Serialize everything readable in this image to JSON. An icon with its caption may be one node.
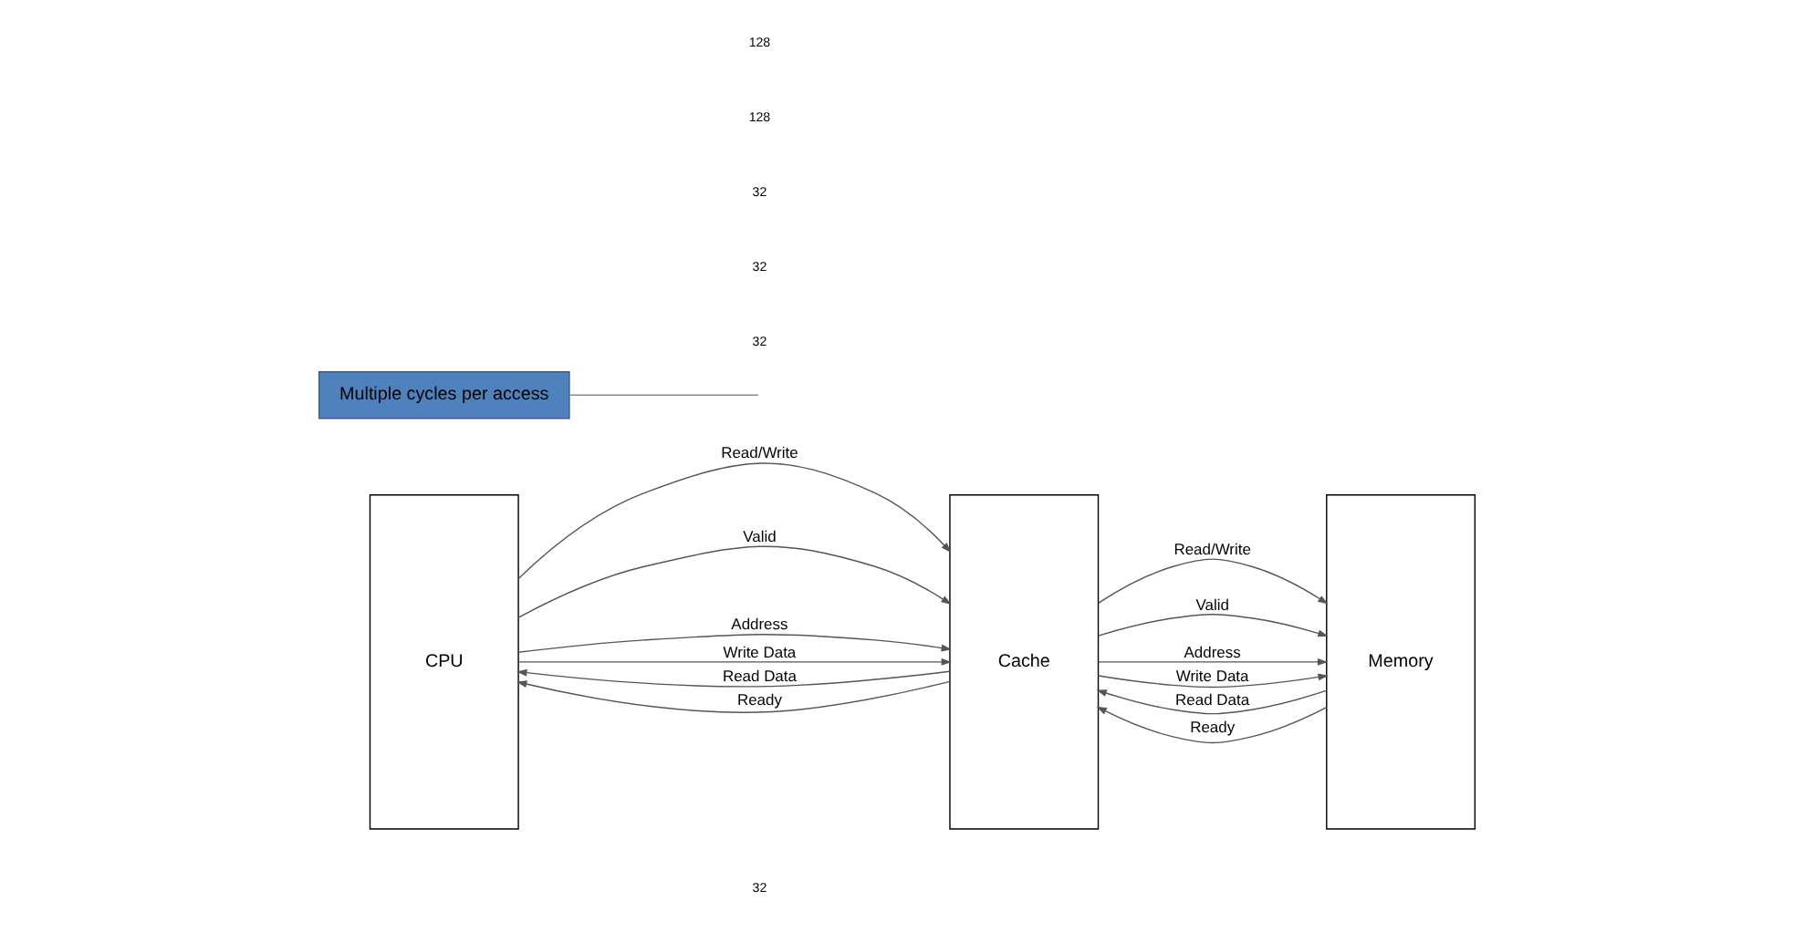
{
  "diagram": {
    "nodes": [
      {
        "text": [
          "CPU"
        ]
      },
      {
        "text": [
          "Cache"
        ]
      },
      {
        "text": [
          "Memory"
        ]
      },
      {
        "text": [
          "Multiple cycles per access"
        ]
      }
    ],
    "edges": [
      {
        "from": 0,
        "to": 1,
        "arrow": "to",
        "label": "Read/Write"
      },
      {
        "from": 0,
        "to": 1,
        "arrow": "to",
        "label": "Valid"
      },
      {
        "from": 0,
        "to": 1,
        "arrow": "to",
        "label": "Address"
      },
      {
        "from": 0,
        "to": 1,
        "arrow": "to",
        "label": "Write Data"
      },
      {
        "from": 1,
        "to": 0,
        "arrow": "to",
        "label": "Read Data"
      },
      {
        "from": 1,
        "to": 0,
        "arrow": "to",
        "label": "Ready"
      },
      {
        "from": 1,
        "to": 2,
        "arrow": "to",
        "label": "Read/Write"
      },
      {
        "from": 1,
        "to": 2,
        "arrow": "to",
        "label": "Valid"
      },
      {
        "from": 1,
        "to": 2,
        "arrow": "to",
        "label": "Address"
      },
      {
        "from": 1,
        "to": 2,
        "arrow": "to",
        "label": "Write Data"
      },
      {
        "from": 2,
        "to": 1,
        "arrow": "to",
        "label": "Read Data"
      },
      {
        "from": 2,
        "to": 1,
        "arrow": "to",
        "label": "Ready"
      },
      {
        "from": 3,
        "to": null,
        "arrow": "none"
      }
    ],
    "labels": [
      "32",
      "32",
      "32",
      "32",
      "128",
      "128"
    ]
  }
}
